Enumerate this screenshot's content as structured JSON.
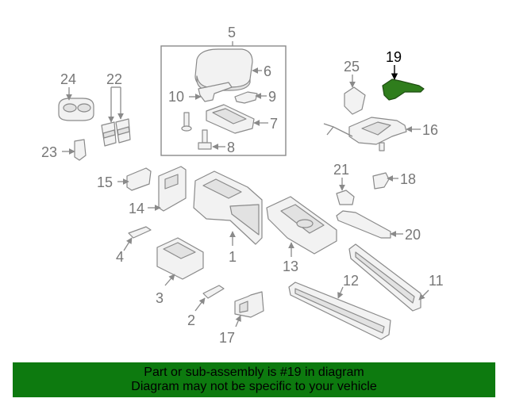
{
  "diagram": {
    "labels": {
      "p1": "1",
      "p2": "2",
      "p3": "3",
      "p4": "4",
      "p5": "5",
      "p6": "6",
      "p7": "7",
      "p8": "8",
      "p9": "9",
      "p10": "10",
      "p11": "11",
      "p12": "12",
      "p13": "13",
      "p14": "14",
      "p15": "15",
      "p16": "16",
      "p17": "17",
      "p18": "18",
      "p19": "19",
      "p20": "20",
      "p21": "21",
      "p22": "22",
      "p23": "23",
      "p24": "24",
      "p25": "25"
    },
    "highlighted_part": "19",
    "highlight_color": "#2f7d1c"
  },
  "banner": {
    "line1": "Part or sub-assembly is #19 in diagram",
    "line2": "Diagram may not be specific to your vehicle",
    "background": "#0d7a0f"
  }
}
